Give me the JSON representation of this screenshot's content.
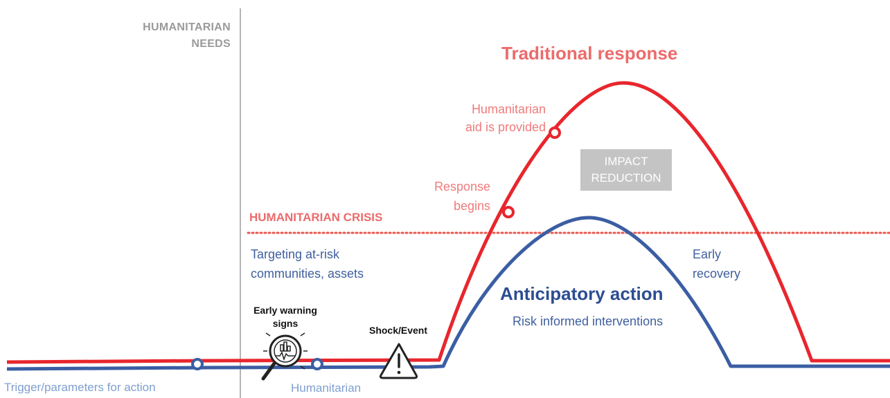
{
  "y_axis_label_lines": [
    "HUMANITARIAN",
    "NEEDS"
  ],
  "traditional_response": {
    "title": "Traditional response",
    "aid_provided_lines": [
      "Humanitarian",
      "aid is provided"
    ],
    "response_begins_lines": [
      "Response",
      "begins"
    ]
  },
  "crisis_threshold_label": "HUMANITARIAN CRISIS",
  "impact_reduction_lines": [
    "IMPACT",
    "REDUCTION"
  ],
  "targeting_lines": [
    "Targeting at-risk",
    "communities, assets"
  ],
  "early_recovery_lines": [
    "Early",
    "recovery"
  ],
  "anticipatory_action": {
    "title": "Anticipatory action",
    "subtitle": "Risk informed interventions"
  },
  "early_warning_lines": [
    "Early warning",
    "signs"
  ],
  "shock_event_label": "Shock/Event",
  "trigger_label": "Trigger/parameters for action",
  "humanitarian_bottom_label": "Humanitarian",
  "colors": {
    "traditional": "#e8262d",
    "anticipatory": "#3b5ea3",
    "axis": "#b5b5b5",
    "impact_box": "#c4c4c4"
  },
  "icons": [
    "magnifier-chart-icon",
    "warning-triangle-icon"
  ]
}
